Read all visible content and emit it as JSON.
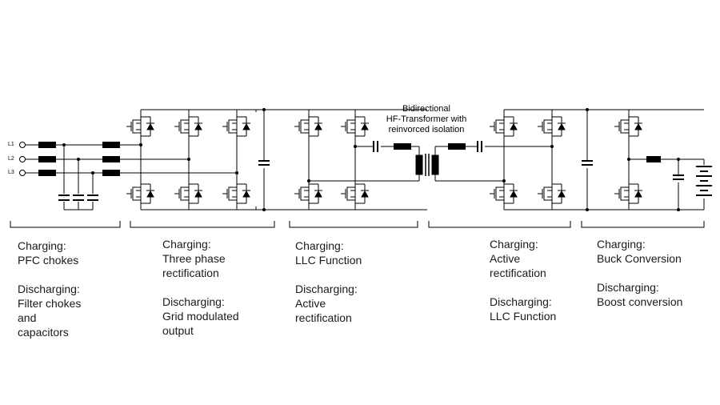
{
  "transformer_title": [
    "Bidirectional",
    "HF-Transformer  with",
    "reinvorced  isolation"
  ],
  "phases": [
    "L1",
    "L2",
    "L3"
  ],
  "stages": [
    {
      "lines": [
        "Charging:",
        "PFC chokes",
        "",
        "Discharging:",
        "Filter chokes",
        "and",
        "capacitors"
      ]
    },
    {
      "lines": [
        "Charging:",
        "Three phase",
        "rectification",
        "",
        "Discharging:",
        "Grid modulated",
        "output"
      ]
    },
    {
      "lines": [
        "Charging:",
        "LLC Function",
        "",
        "Discharging:",
        "Active",
        "rectification"
      ]
    },
    {
      "lines": [
        "Charging:",
        "Active",
        "rectification",
        "",
        "Discharging:",
        "LLC Function"
      ]
    },
    {
      "lines": [
        "Charging:",
        "Buck Conversion",
        "",
        "Discharging:",
        "Boost conversion"
      ]
    }
  ]
}
